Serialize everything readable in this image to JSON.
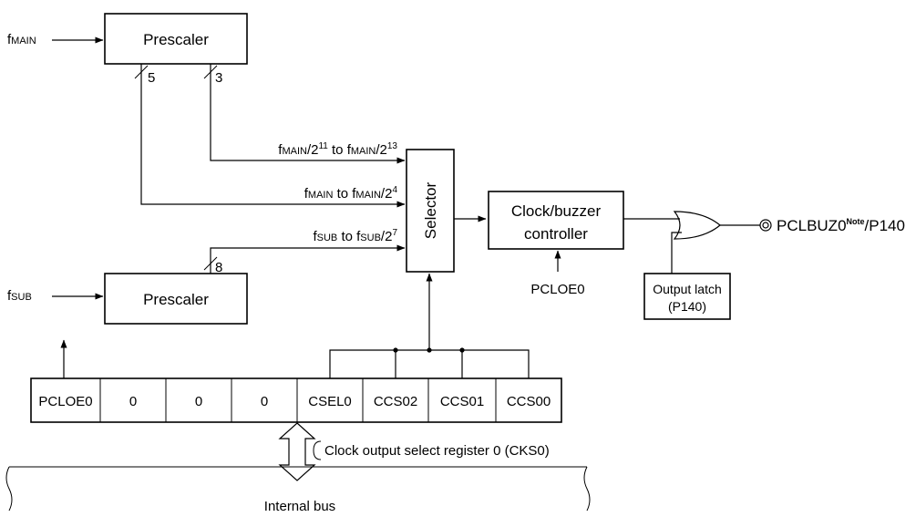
{
  "inputs": {
    "fmain": {
      "f": "f",
      "sub": "MAIN"
    },
    "fsub": {
      "f": "f",
      "sub": "SUB"
    }
  },
  "prescaler_main": {
    "label": "Prescaler"
  },
  "prescaler_sub": {
    "label": "Prescaler"
  },
  "bus_widths": {
    "main_a": "5",
    "main_b": "3",
    "sub": "8"
  },
  "signals": {
    "s1": {
      "a": "f",
      "b": "MAIN",
      "c": "/2",
      "d": "11",
      "e": " to f",
      "g": "MAIN",
      "h": "/2",
      "i": "13"
    },
    "s2": {
      "a": "f",
      "b": "MAIN",
      "c": " to f",
      "d": "MAIN",
      "e": "/2",
      "g": "4"
    },
    "s3": {
      "a": "f",
      "b": "SUB",
      "c": " to f",
      "d": "SUB",
      "e": "/2",
      "g": "7"
    }
  },
  "selector": {
    "label": "Selector"
  },
  "controller": {
    "line1": "Clock/buzzer",
    "line2": "controller",
    "enable": "PCLOE0"
  },
  "output_latch": {
    "line1": "Output latch",
    "line2": "(P140)"
  },
  "output_pin": {
    "main": "PCLBUZ0",
    "note": "Note",
    "tail": "/P140"
  },
  "register": {
    "cells": [
      "PCLOE0",
      "0",
      "0",
      "0",
      "CSEL0",
      "CCS02",
      "CCS01",
      "CCS00"
    ],
    "name": "Clock output select register 0 (CKS0)"
  },
  "bus": {
    "label": "Internal bus"
  }
}
